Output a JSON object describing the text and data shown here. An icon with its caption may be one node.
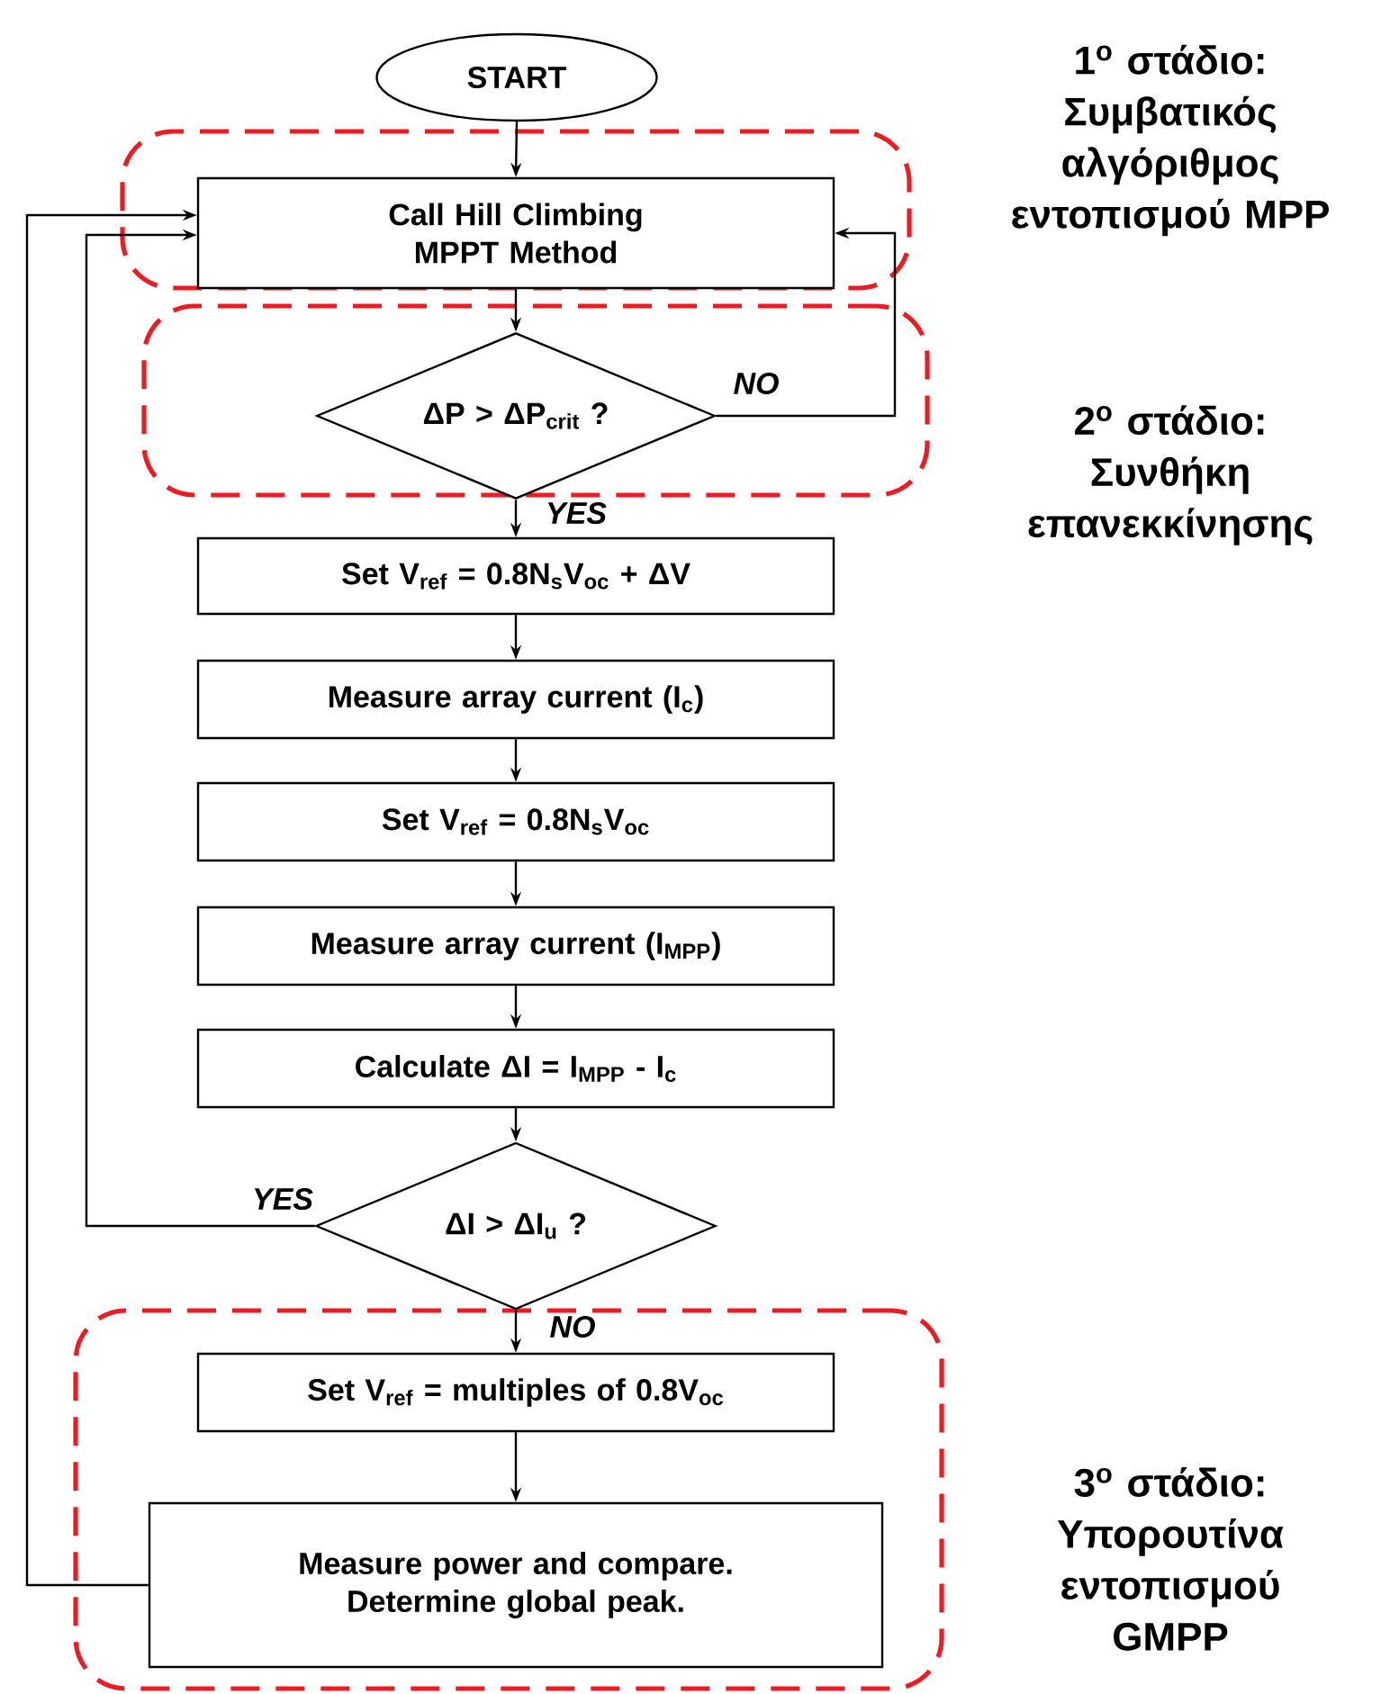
{
  "diagram": {
    "nodes": [
      {
        "text": [
          "START"
        ]
      },
      {
        "text": [
          "1$^{o}$ στάδιο: Συμβατικός αλγόριθμος εντοπισμού MPP"
        ]
      },
      {
        "text": [
          "Call Hill Climbing MPPT Method"
        ],
        "in": 1
      },
      {
        "text": [
          "2$^{o}$ στάδιο: Συνθήκη επανεκκίνησης"
        ]
      },
      {
        "text": [
          "ΔP > ΔP$_{crit}$ ?"
        ],
        "in": 3
      },
      {
        "text": [
          "Set V$_{ref}$ = 0.8N$_{s}$V$_{oc}$ + ΔV"
        ]
      },
      {
        "text": [
          "Measure array current (I$_{c}$)"
        ]
      },
      {
        "text": [
          "Set V$_{ref}$ = 0.8N$_{s}$V$_{oc}$"
        ]
      },
      {
        "text": [
          "Measure array current (I$_{MPP}$)"
        ]
      },
      {
        "text": [
          "Calculate ΔI = I$_{MPP}$ - I$_{c}$"
        ]
      },
      {
        "text": [
          "ΔI > ΔI$_{u}$ ?"
        ]
      },
      {
        "text": [
          "3$^{o}$ στάδιο: Υπορουτίνα εντοπισμού GMPP"
        ]
      },
      {
        "text": [
          "Set V$_{ref}$ = multiples of 0.8V$_{oc}$"
        ],
        "in": 11
      },
      {
        "text": [
          "Measure power and compare. Determine global peak."
        ],
        "in": 11
      }
    ],
    "edges": [
      {
        "from": 0,
        "to": 2,
        "arrow": "to"
      },
      {
        "from": 2,
        "to": 4,
        "arrow": "to"
      },
      {
        "from": 4,
        "to": 2,
        "arrow": "to",
        "label": "NO"
      },
      {
        "from": 4,
        "to": 5,
        "arrow": "to",
        "label": "YES"
      },
      {
        "from": 5,
        "to": 6,
        "arrow": "to"
      },
      {
        "from": 6,
        "to": 7,
        "arrow": "to"
      },
      {
        "from": 7,
        "to": 8,
        "arrow": "to"
      },
      {
        "from": 8,
        "to": 9,
        "arrow": "to"
      },
      {
        "from": 9,
        "to": 10,
        "arrow": "to"
      },
      {
        "from": 10,
        "to": 2,
        "arrow": "to",
        "label": "YES"
      },
      {
        "from": 10,
        "to": 12,
        "arrow": "to",
        "label": "NO"
      },
      {
        "from": 12,
        "to": 13,
        "arrow": "to"
      },
      {
        "from": 13,
        "to": 2,
        "arrow": "to"
      }
    ]
  }
}
